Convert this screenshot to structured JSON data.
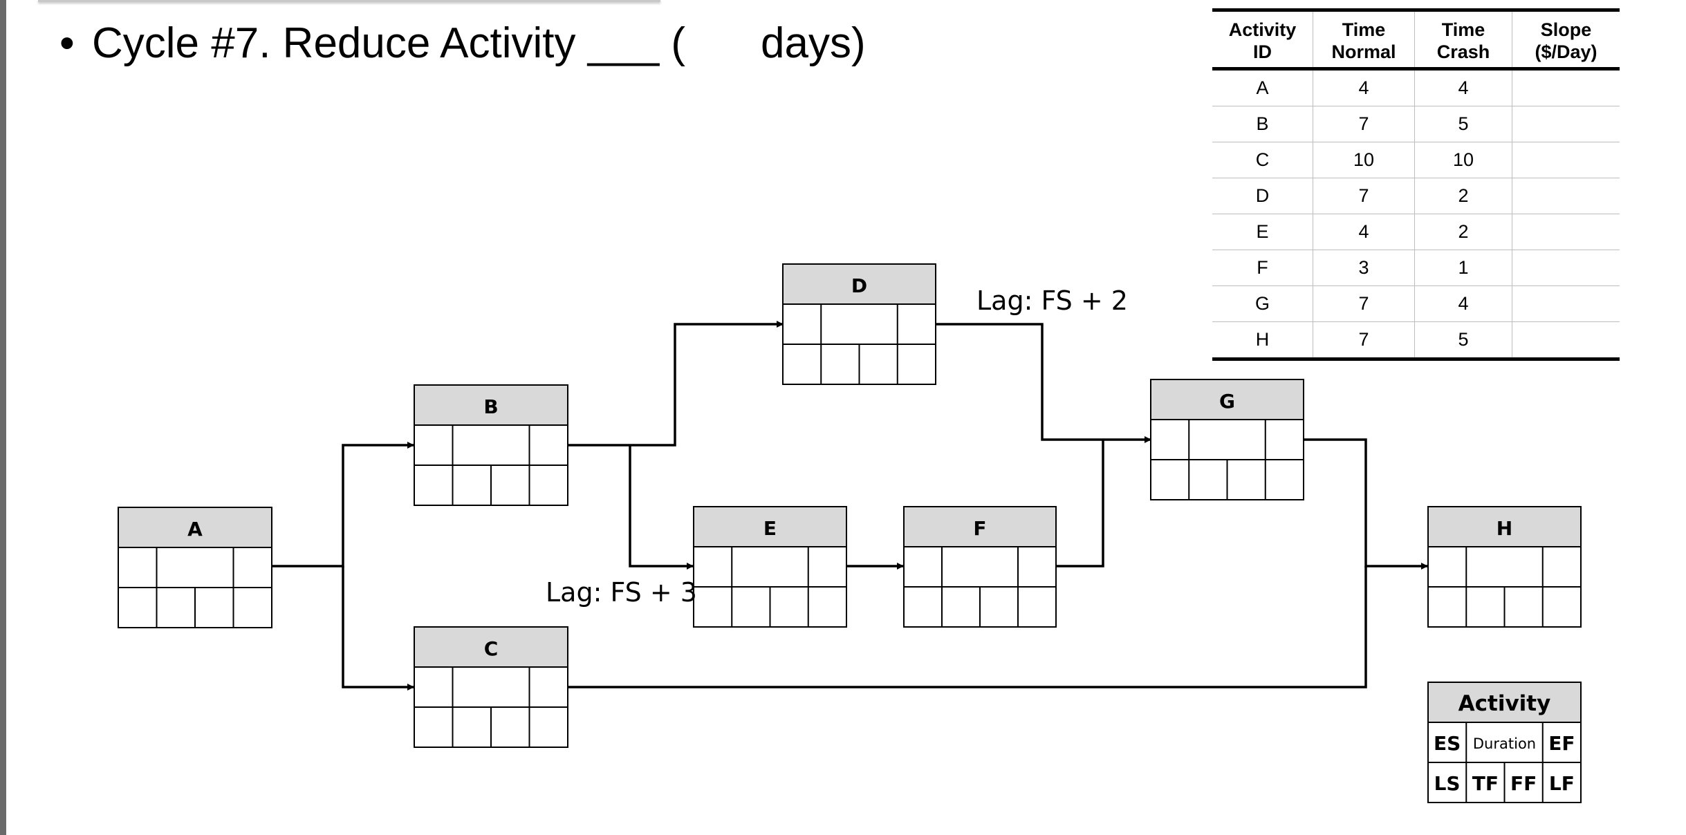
{
  "title": {
    "bullet": "•",
    "prefix": "Cycle #7. Reduce Activity ___ (",
    "suffix": "days)"
  },
  "table": {
    "headers": [
      "Activity ID",
      "Time Normal",
      "Time Crash",
      "Slope ($/Day)"
    ],
    "header_lines": [
      [
        "Activity",
        "ID"
      ],
      [
        "Time",
        "Normal"
      ],
      [
        "Time",
        "Crash"
      ],
      [
        "Slope",
        "($/Day)"
      ]
    ],
    "rows": [
      [
        "A",
        "4",
        "4",
        ""
      ],
      [
        "B",
        "7",
        "5",
        ""
      ],
      [
        "C",
        "10",
        "10",
        ""
      ],
      [
        "D",
        "7",
        "2",
        ""
      ],
      [
        "E",
        "4",
        "2",
        ""
      ],
      [
        "F",
        "3",
        "1",
        ""
      ],
      [
        "G",
        "7",
        "4",
        ""
      ],
      [
        "H",
        "7",
        "5",
        ""
      ]
    ]
  },
  "nodes": {
    "A": "A",
    "B": "B",
    "C": "C",
    "D": "D",
    "E": "E",
    "F": "F",
    "G": "G",
    "H": "H"
  },
  "lags": {
    "d_to_g": "Lag: FS + 2",
    "b_to_e": "Lag: FS + 3"
  },
  "legend": {
    "title": "Activity",
    "es": "ES",
    "duration": "Duration",
    "ef": "EF",
    "ls": "LS",
    "tf": "TF",
    "ff": "FF",
    "lf": "LF"
  },
  "colors": {
    "node_header": "#d9d9d9",
    "line": "#000000",
    "table_rule": "#bdbdbd"
  }
}
